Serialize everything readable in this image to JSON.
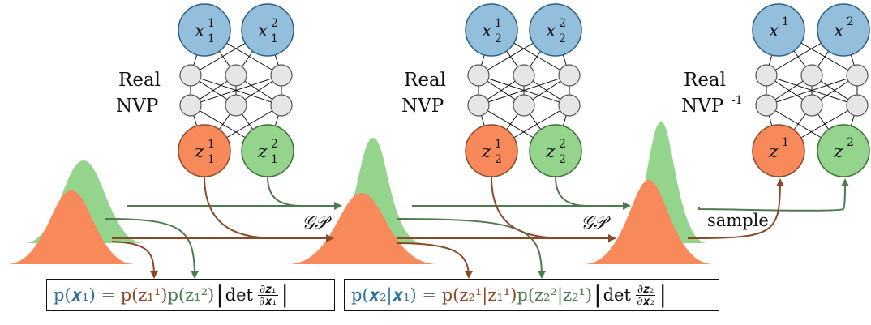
{
  "labels": {
    "nvp1_line1": "Real",
    "nvp1_line2": "NVP",
    "nvp2_line1": "Real",
    "nvp2_line2": "NVP",
    "nvp3_line1": "Real",
    "nvp3_line2": "NVP",
    "nvp3_sup": "-1",
    "gp1": "𝒢𝒫",
    "gp2": "𝒢𝒫",
    "sample": "sample"
  },
  "nodes": {
    "net1_x1": "x",
    "net1_x1_sup": "1",
    "net1_x1_sub": "1",
    "net1_x2": "x",
    "net1_x2_sup": "2",
    "net1_x2_sub": "1",
    "net1_z1": "z",
    "net1_z1_sup": "1",
    "net1_z1_sub": "1",
    "net1_z2": "z",
    "net1_z2_sup": "2",
    "net1_z2_sub": "1",
    "net2_x1": "x",
    "net2_x1_sup": "1",
    "net2_x1_sub": "2",
    "net2_x2": "x",
    "net2_x2_sup": "2",
    "net2_x2_sub": "2",
    "net2_z1": "z",
    "net2_z1_sup": "1",
    "net2_z1_sub": "2",
    "net2_z2": "z",
    "net2_z2_sup": "2",
    "net2_z2_sub": "2",
    "net3_x1": "x",
    "net3_x1_sup": "1",
    "net3_x2": "x",
    "net3_x2_sup": "2",
    "net3_z1": "z",
    "net3_z1_sup": "1",
    "net3_z2": "z",
    "net3_z2_sup": "2"
  },
  "formulas": {
    "f1_lhs": "p(𝒙₁)",
    "f1_eq": " = ",
    "f1_term1": "p(z₁¹)",
    "f1_term2": "p(z₁²)",
    "f1_det": "det",
    "f1_num": "∂𝒛₁",
    "f1_den": "∂𝒙₁",
    "f2_lhs": "p(𝒙₂|𝒙₁)",
    "f2_eq": " = ",
    "f2_term1": "p(z₂¹|z₁¹)",
    "f2_term2": "p(z₂²|z₂¹)",
    "f2_det": "det",
    "f2_num": "∂𝒛₂",
    "f2_den": "∂𝒙₂"
  },
  "colors": {
    "blue_node": "#94bfdc",
    "blue_stroke": "#2f5f85",
    "orange_node": "#f7895a",
    "orange_stroke": "#8a4a2a",
    "green_node": "#95d48c",
    "green_stroke": "#3c6e3c",
    "hidden_node": "#e6e6e6",
    "arrow_green": "#4e7a4e",
    "arrow_brown": "#8a4a2a"
  }
}
